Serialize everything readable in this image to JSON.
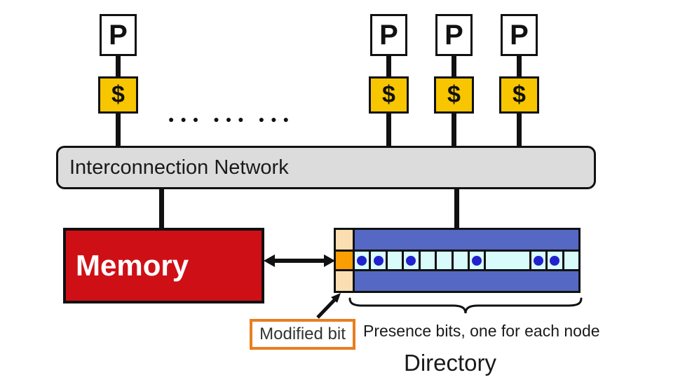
{
  "colors": {
    "cache_yellow": "#F7C600",
    "memory_red": "#CE1016",
    "network_gray": "#DCDCDC",
    "directory_blue": "#5568C4",
    "presence_cyan": "#D8FBFC",
    "presence_dot_blue": "#2222CC",
    "modified_orange": "#FB9E04",
    "peach": "#FBDFB2",
    "label_border_orange": "#E87E1E"
  },
  "processors": [
    "P",
    "P",
    "P",
    "P"
  ],
  "caches": [
    "$",
    "$",
    "$",
    "$"
  ],
  "ellipsis": {
    "groups": [
      "●●●",
      "●●●",
      "●●●"
    ]
  },
  "network": {
    "label": "Interconnection Network"
  },
  "memory": {
    "label": "Memory"
  },
  "directory": {
    "presence_cells": [
      {
        "dot": true
      },
      {
        "dot": true
      },
      {
        "dot": false
      },
      {
        "dot": true
      },
      {
        "dot": false
      },
      {
        "dot": false
      },
      {
        "dot": false
      },
      {
        "dot": true
      },
      {
        "dot": false,
        "wide": true
      },
      {
        "dot": true
      },
      {
        "dot": true
      },
      {
        "dot": false
      }
    ],
    "labels": {
      "modified_bit": "Modified bit",
      "presence_bits": "Presence bits, one for each node",
      "directory": "Directory"
    }
  }
}
